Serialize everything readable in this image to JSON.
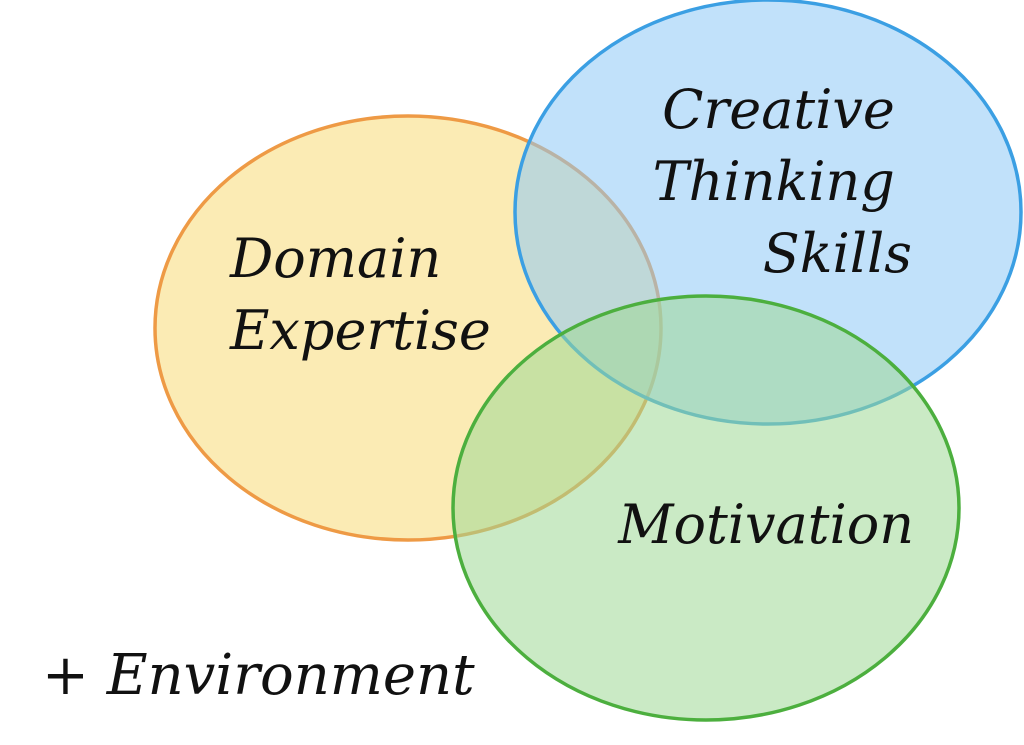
{
  "circles": {
    "domain": {
      "lines": [
        "Domain",
        "Expertise"
      ],
      "fill": "#f7d76a",
      "stroke": "#ee9a45"
    },
    "creative": {
      "lines": [
        "Creative",
        "Thinking",
        "Skills"
      ],
      "fill": "#8ec8f6",
      "stroke": "#3b9fe3"
    },
    "motivation": {
      "lines": [
        "Motivation"
      ],
      "fill": "#9fd896",
      "stroke": "#4caf3e"
    }
  },
  "footer": {
    "text": "+ Environment"
  }
}
